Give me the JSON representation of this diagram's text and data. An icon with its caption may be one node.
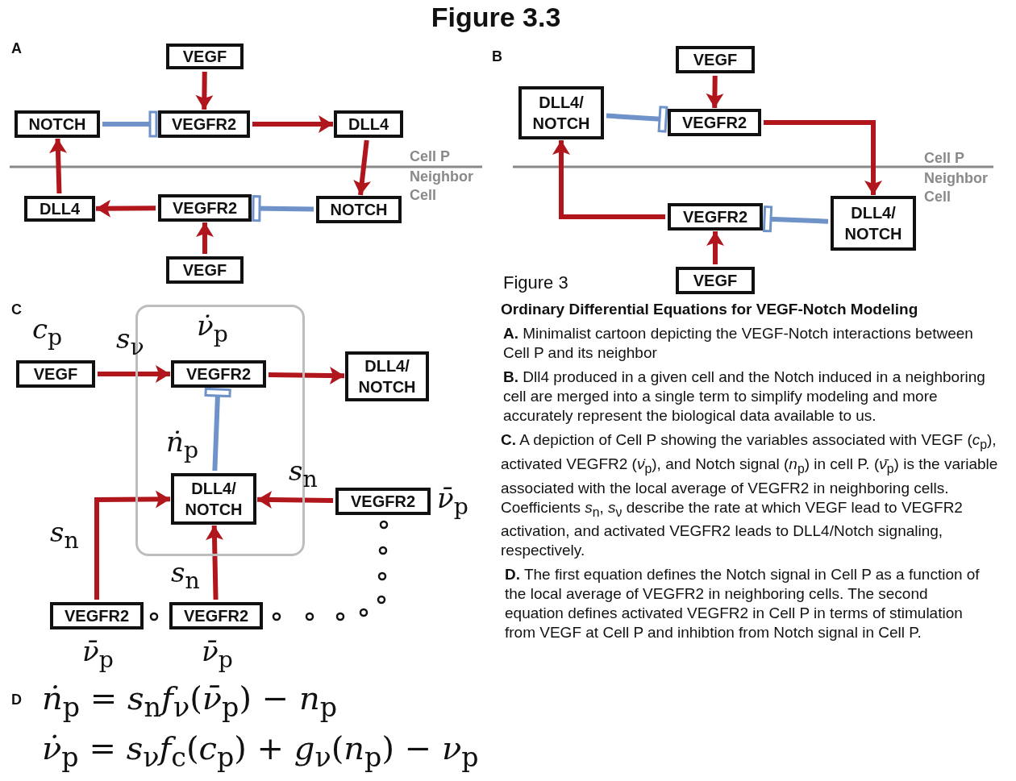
{
  "diagram": {
    "title": "Figure 3.3",
    "caption": "Figure 3",
    "nodes": [
      {
        "text": [
          "VEGF"
        ]
      },
      {
        "text": [
          "NOTCH"
        ]
      },
      {
        "text": [
          "VEGFR2"
        ]
      },
      {
        "text": [
          "DLL4"
        ]
      },
      {
        "text": [
          "DLL4"
        ]
      },
      {
        "text": [
          "VEGFR2"
        ]
      },
      {
        "text": [
          "NOTCH"
        ]
      },
      {
        "text": [
          "VEGF"
        ]
      },
      {
        "text": [
          "VEGF"
        ]
      },
      {
        "text": [
          "DLL4/ NOTCH"
        ]
      },
      {
        "text": [
          "VEGFR2"
        ]
      },
      {
        "text": [
          "VEGFR2"
        ]
      },
      {
        "text": [
          "DLL4/ NOTCH"
        ]
      },
      {
        "text": [
          "VEGF"
        ]
      },
      {
        "text": [],
        "shape": "box"
      },
      {
        "text": [
          "VEGF"
        ],
        "beside": [
          "*c*$_{p}$"
        ]
      },
      {
        "text": [
          "VEGFR2"
        ],
        "in": 14,
        "beside": [
          "*ν̇*$_{p}$"
        ]
      },
      {
        "text": [
          "DLL4/ NOTCH"
        ]
      },
      {
        "text": [
          "DLL4/ NOTCH"
        ],
        "in": 14,
        "beside": [
          "*ṅ*$_{p}$"
        ]
      },
      {
        "text": [
          "VEGFR2"
        ],
        "beside": [
          "*ν̄*$_{p}$"
        ]
      },
      {
        "text": [
          "VEGFR2"
        ],
        "beside": [
          "*ν̄*$_{p}$"
        ]
      },
      {
        "text": [
          "VEGFR2"
        ],
        "beside": [
          "*ν̄*$_{p}$"
        ]
      }
    ],
    "edges": [
      {
        "from": 0,
        "to": 2,
        "arrow": "to"
      },
      {
        "from": 1,
        "to": 2,
        "arrow": "other",
        "color": "#6f93c8"
      },
      {
        "from": 2,
        "to": 3,
        "arrow": "to"
      },
      {
        "from": 3,
        "to": 6,
        "arrow": "to"
      },
      {
        "from": 6,
        "to": 5,
        "arrow": "other",
        "color": "#6f93c8"
      },
      {
        "from": 5,
        "to": 4,
        "arrow": "to"
      },
      {
        "from": 4,
        "to": 1,
        "arrow": "to"
      },
      {
        "from": 7,
        "to": 5,
        "arrow": "to"
      },
      {
        "from": 8,
        "to": 10,
        "arrow": "to"
      },
      {
        "from": 9,
        "to": 10,
        "arrow": "other",
        "color": "#6f93c8"
      },
      {
        "from": 10,
        "to": 12,
        "arrow": "to"
      },
      {
        "from": 12,
        "to": 11,
        "arrow": "other",
        "color": "#6f93c8"
      },
      {
        "from": 11,
        "to": 9,
        "arrow": "to"
      },
      {
        "from": 13,
        "to": 11,
        "arrow": "to"
      },
      {
        "from": 15,
        "to": 16,
        "arrow": "to",
        "label": "*s*$_{ν}$"
      },
      {
        "from": 16,
        "to": 17,
        "arrow": "to"
      },
      {
        "from": 18,
        "to": 16,
        "arrow": "other",
        "color": "#6f93c8"
      },
      {
        "from": 20,
        "to": 18,
        "arrow": "to",
        "label": "*s*$_{n}$"
      },
      {
        "from": 21,
        "to": 18,
        "arrow": "to",
        "label": "*s*$_{n}$"
      },
      {
        "from": 19,
        "to": 18,
        "arrow": "to",
        "label": "*s*$_{n}$"
      }
    ],
    "labels": [
      "A",
      "B",
      "Cell P",
      "Neighbor Cell",
      "Cell P",
      "Neighbor Cell",
      "C",
      "Ordinary Differential Equations for VEGF-Notch Modeling",
      "**A.** Minimalist cartoon depicting the VEGF-Notch interactions between Cell P and its neighbor",
      "**B.** Dll4 produced in a given cell and the Notch induced in a neighboring cell are merged into a single term to simplify modeling and more accurately represent the biological data available to us.",
      "**C.** A depiction of Cell P showing the variables associated with VEGF (*c*$_{p}$), activated VEGFR2 (*ν̇*$_{p}$), and Notch signal (*n*$_{p}$) in cell P. (*ν̄*$_{p}$) is the variable associated with the local average of VEGFR2 in neighboring cells. Coefficients *s*$_{n}$, *s*$_{ν}$ describe the rate at which VEGF lead to VEGFR2 activation, and activated VEGFR2 leads to DLL4/Notch signaling, respectively.",
      "**D.** The first equation defines the Notch signal in Cell P as a function of the local average of VEGFR2 in neighboring cells. The second equation defines activated VEGFR2 in Cell P in terms of stimulation from VEGF at Cell P and inhibtion from Notch signal in Cell P.",
      "D",
      "*ṅ*$_{p}$ = *s*$_{n}$*f*$_{ν}$(*ν̄*$_{p}$) − *n*$_{p}$",
      "*ν̇*$_{p}$ = *s*$_{ν}$*f*$_{c}$(*c*$_{p}$) + *g*$_{ν}$(*n*$_{p}$) − *ν*$_{p}$"
    ]
  }
}
